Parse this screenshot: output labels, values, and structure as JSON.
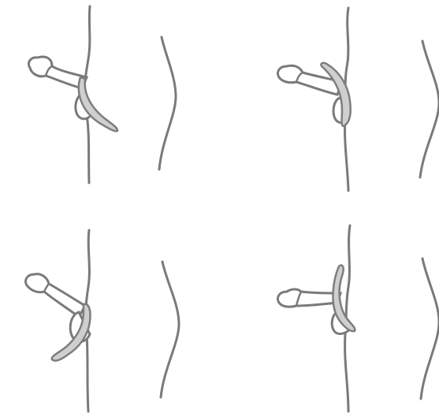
{
  "illustration": {
    "panels": [
      {
        "ring_position": "around-shaft-low"
      },
      {
        "ring_position": "around-shaft-and-base"
      },
      {
        "ring_position": "base-behind"
      },
      {
        "ring_position": "around-base-front"
      }
    ]
  },
  "colors": {
    "background": "#ffffff",
    "outline": "#7a7a7a",
    "fill": "#e6e6e6",
    "ring": "#cfcfcf",
    "ring_outline": "#7d7d7d"
  }
}
